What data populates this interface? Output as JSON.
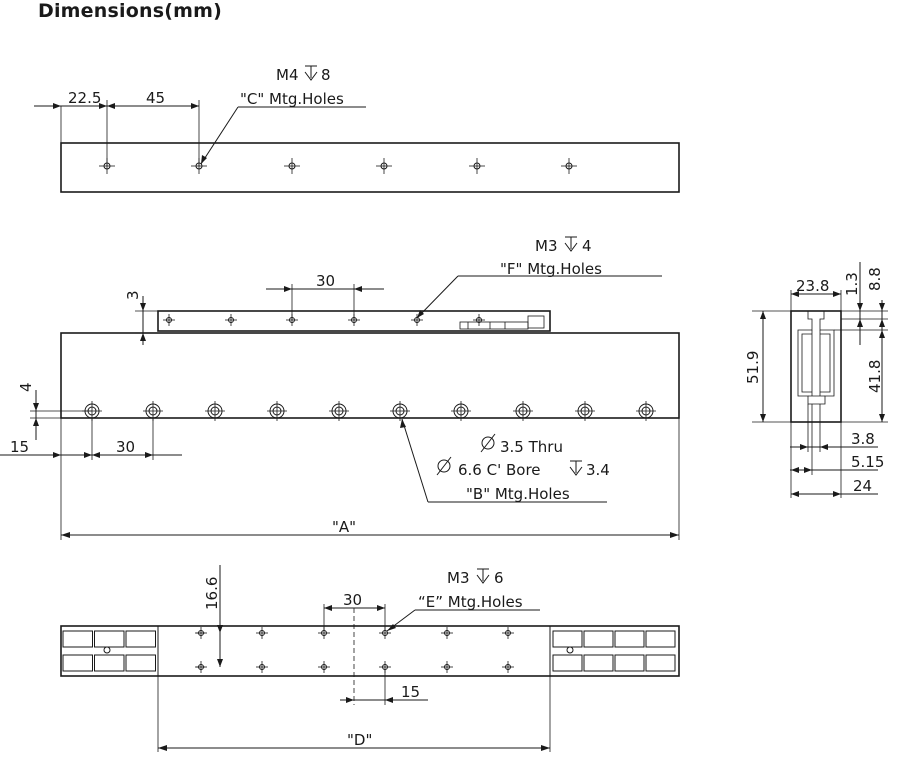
{
  "title": "Dimensions(mm)",
  "colors": {
    "line": "#1a1a1a",
    "background": "#ffffff"
  },
  "top_view": {
    "dims": {
      "first_offset": "22.5",
      "pitch": "45"
    },
    "callout": {
      "thread": "M4",
      "depth": "8",
      "label": "\"C\" Mtg.Holes"
    }
  },
  "side_view": {
    "dims": {
      "step": "3",
      "f_pitch": "30",
      "b_height": "4",
      "b_offset": "15",
      "b_pitch": "30",
      "length": "\"A\""
    },
    "f_callout": {
      "thread": "M3",
      "depth": "4",
      "label": "\"F\" Mtg.Holes"
    },
    "b_callout": {
      "thru": "3.5 Thru",
      "cbore": "6.6 C' Bore",
      "cbore_depth": "3.4",
      "label": "\"B\" Mtg.Holes"
    }
  },
  "end_view": {
    "dims": {
      "width_top": "23.8",
      "t1": "1.3",
      "t2": "8.8",
      "height": "51.9",
      "h2": "41.8",
      "w1": "3.8",
      "w2": "5.15",
      "w3": "24"
    }
  },
  "bottom_view": {
    "dims": {
      "height": "16.6",
      "pitch": "30",
      "offset": "15",
      "length": "\"D\""
    },
    "callout": {
      "thread": "M3",
      "depth": "6",
      "label": "“E” Mtg.Holes"
    }
  }
}
